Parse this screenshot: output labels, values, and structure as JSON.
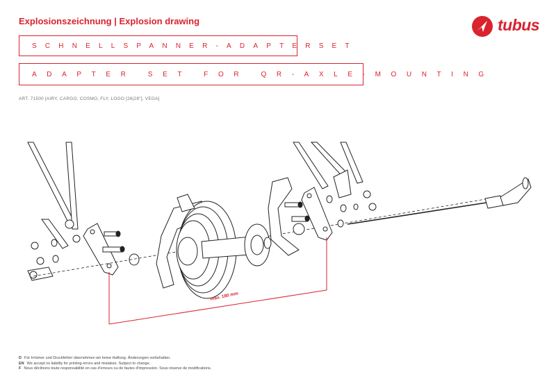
{
  "header": {
    "title": "Explosionszeichnung | Explosion drawing",
    "logo_text": "tubus"
  },
  "titles": {
    "de": "SCHNELLSPANNER-ADAPTERSET",
    "en": "ADAPTER SET FOR QR-AXLE-MOUNTING"
  },
  "article": "ART. 71500 [AIRY, CARGO, COSMO, FLY, LOGO [26|28\"], VEGA]",
  "drawing": {
    "dimension_label": "max. 180 mm"
  },
  "footer": {
    "lines": [
      {
        "lang": "D",
        "text": "Für Irrtümer und Druckfehler übernehmen wir keine Haftung. Änderungen vorbehalten."
      },
      {
        "lang": "EN",
        "text": "We accept no liability for printing errors and mistakes. Subject to change."
      },
      {
        "lang": "F",
        "text": "Nous déclinons toute responsabilité en cas d'erreurs ou de fautes d'impression. Sous réserve de modifications."
      }
    ]
  },
  "colors": {
    "brand_red": "#d9232d",
    "line": "#222222"
  }
}
